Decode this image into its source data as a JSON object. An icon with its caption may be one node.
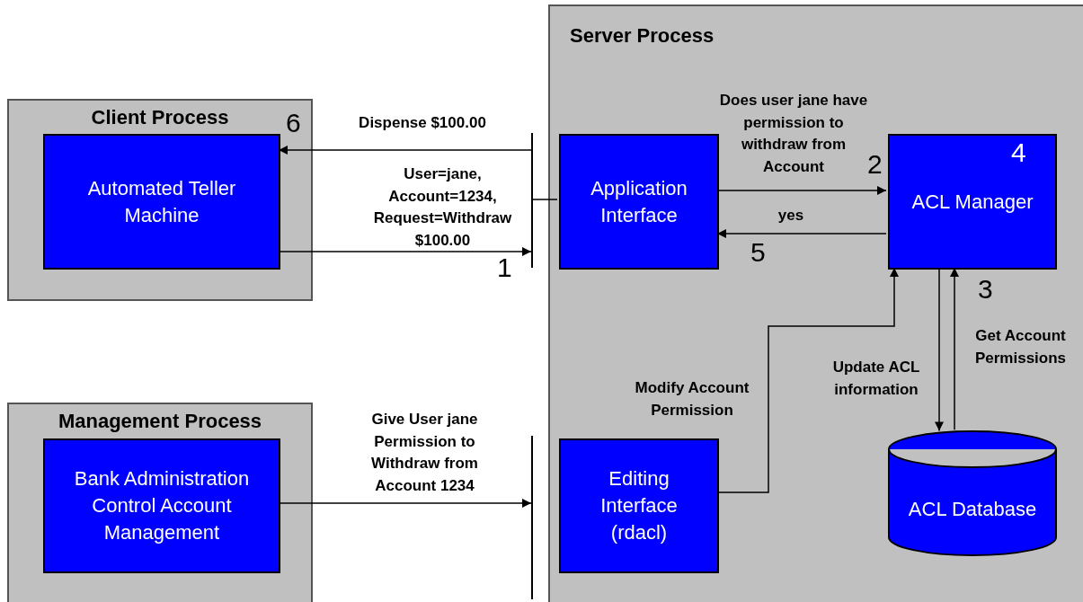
{
  "diagram": {
    "nodes": [
      {
        "text": [
          "Client Process"
        ]
      },
      {
        "text": [
          "Automated Teller Machine"
        ],
        "in": 0
      },
      {
        "text": [
          "Management Process"
        ]
      },
      {
        "text": [
          "Bank Administration Control Account Management"
        ],
        "in": 2
      },
      {
        "text": [
          "Server Process"
        ]
      },
      {
        "text": [
          "Application Interface"
        ],
        "in": 4
      },
      {
        "text": [
          "ACL Manager"
        ],
        "in": 4
      },
      {
        "text": [
          "Editing Interface (rdacl)"
        ],
        "in": 4
      },
      {
        "text": [
          "ACL Database"
        ],
        "in": 4
      },
      {
        "text": [],
        "shape": "bar"
      },
      {
        "text": [],
        "shape": "bar"
      }
    ],
    "edges": [
      {
        "from": 1,
        "to": 9,
        "arrow": "to",
        "label": "User=jane, Account=1234, Request=Withdraw $100.00"
      },
      {
        "from": 9,
        "to": 5,
        "arrow": "none"
      },
      {
        "from": 9,
        "to": 1,
        "arrow": "to",
        "label": "Dispense $100.00"
      },
      {
        "from": 5,
        "to": 6,
        "arrow": "to",
        "label": "Does user jane have permission to withdraw from Account"
      },
      {
        "from": 6,
        "to": 5,
        "arrow": "to",
        "label": "yes"
      },
      {
        "from": 6,
        "to": 8,
        "arrow": "to",
        "label": "Update ACL information"
      },
      {
        "from": 8,
        "to": 6,
        "arrow": "to",
        "label": "Get Account Permissions"
      },
      {
        "from": 7,
        "to": 6,
        "arrow": "to",
        "label": "Modify Account Permission"
      },
      {
        "from": 3,
        "to": 10,
        "arrow": "to",
        "label": "Give User jane Permission to Withdraw from Account 1234"
      }
    ],
    "labels": [
      "4",
      "6",
      "2",
      "5",
      "1",
      "3"
    ]
  }
}
